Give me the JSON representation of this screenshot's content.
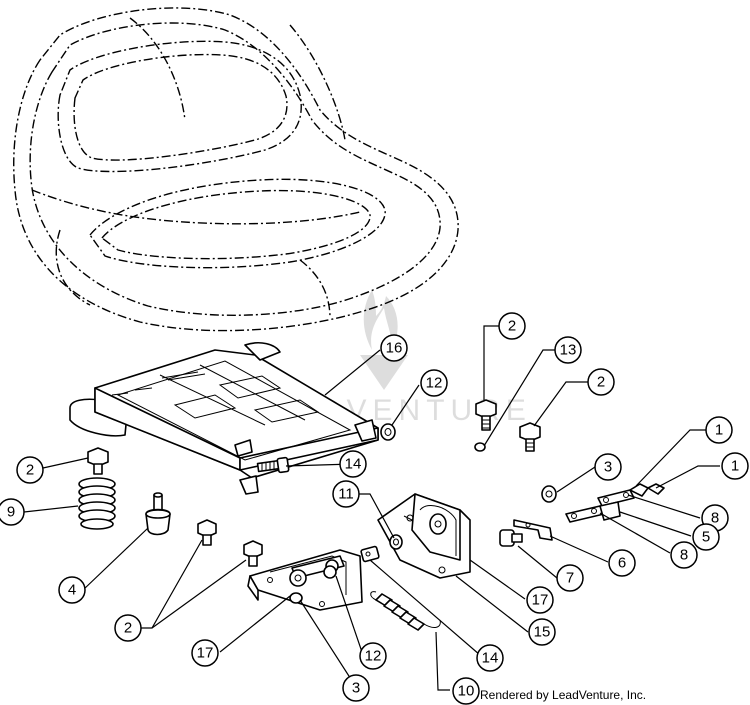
{
  "watermark": {
    "text": "LEADVENTURE"
  },
  "credit": "Rendered by LeadVenture, Inc.",
  "callouts": {
    "c16": "16",
    "c12a": "12",
    "c12b": "12",
    "c2a": "2",
    "c2b": "2",
    "c2c": "2",
    "c2d": "2",
    "c13": "13",
    "c14a": "14",
    "c14b": "14",
    "c9": "9",
    "c4": "4",
    "c11": "11",
    "c3a": "3",
    "c3b": "3",
    "c1a": "1",
    "c1b": "1",
    "c8a": "8",
    "c8b": "8",
    "c5": "5",
    "c6": "6",
    "c7": "7",
    "c17a": "17",
    "c17b": "17",
    "c15": "15",
    "c10": "10"
  }
}
